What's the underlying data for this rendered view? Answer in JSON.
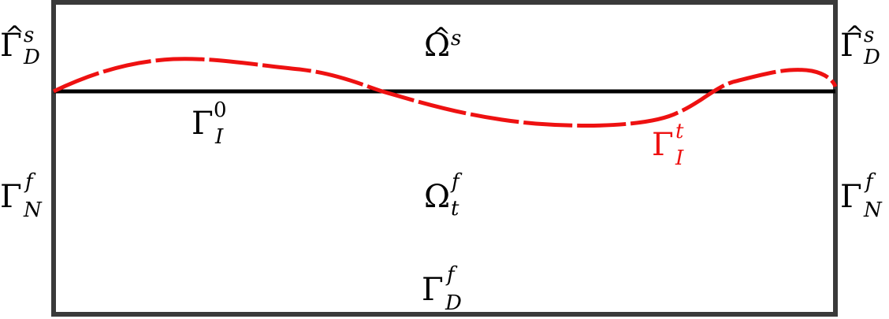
{
  "colors": {
    "frame": "#3a3a3a",
    "initial_interface": "#000000",
    "deformed_interface": "#ee1111"
  },
  "labels": {
    "solid_domain": {
      "base": "Ω",
      "hat": "^",
      "sup": "s"
    },
    "fluid_domain": {
      "base": "Ω",
      "sup": "f",
      "sub": "t"
    },
    "interface_initial": {
      "base": "Γ",
      "sup": "0",
      "sub": "I"
    },
    "interface_current": {
      "base": "Γ",
      "sup": "t",
      "sub": "I"
    },
    "solid_dirichlet_left": {
      "base": "Γ",
      "hat": "^",
      "sup": "s",
      "sub": "D"
    },
    "solid_dirichlet_right": {
      "base": "Γ",
      "hat": "^",
      "sup": "s",
      "sub": "D"
    },
    "fluid_neumann_left": {
      "base": "Γ",
      "sup": "f",
      "sub": "N"
    },
    "fluid_neumann_right": {
      "base": "Γ",
      "sup": "f",
      "sub": "N"
    },
    "fluid_dirichlet_bottom": {
      "base": "Γ",
      "sup": "f",
      "sub": "D"
    }
  }
}
